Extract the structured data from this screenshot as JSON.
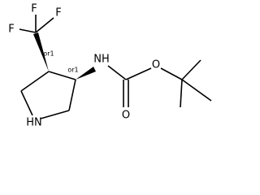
{
  "molecule": {
    "atoms": {
      "f_top": "F",
      "f_top_right": "F",
      "f_left": "F",
      "nh_amide": "NH",
      "o_ester": "O",
      "o_carbonyl": "O",
      "nh_ring": "HN"
    },
    "stereo": {
      "c_cf3": "or1",
      "c_nh": "or1"
    }
  }
}
